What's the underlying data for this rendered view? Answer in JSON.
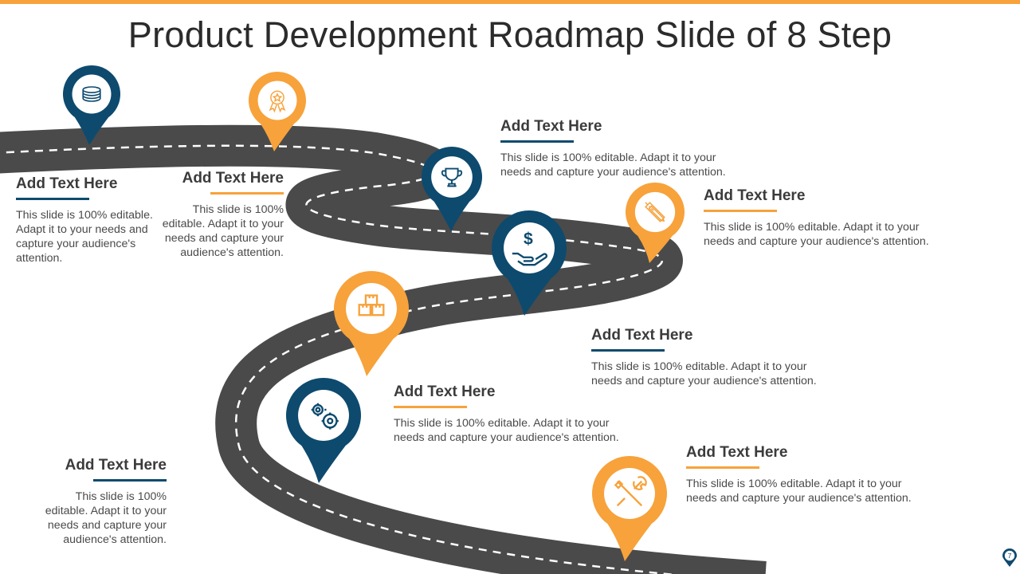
{
  "slide": {
    "title": "Product Development Roadmap Slide of 8 Step",
    "page_number": "7",
    "colors": {
      "accent_orange": "#F7A23B",
      "accent_blue": "#0D4A6E",
      "road": "#4A4A4A"
    }
  },
  "steps": [
    {
      "heading": "Add Text Here",
      "body": "This slide is 100% editable. Adapt it to your needs and capture your audience's attention.",
      "icon": "coins-icon",
      "color": "blue"
    },
    {
      "heading": "Add Text Here",
      "body": "This slide is 100% editable. Adapt it to your needs and capture your audience's attention.",
      "icon": "award-ribbon-icon",
      "color": "orange"
    },
    {
      "heading": "Add Text Here",
      "body": "This slide is 100% editable. Adapt it to your needs and capture your audience's attention.",
      "icon": "trophy-icon",
      "color": "blue"
    },
    {
      "heading": "Add Text Here",
      "body": "This slide is 100% editable. Adapt it to your needs and capture your audience's attention.",
      "icon": "pencil-ruler-icon",
      "color": "orange"
    },
    {
      "heading": "Add Text Here",
      "body": "This slide is 100% editable. Adapt it to your needs and capture your audience's attention.",
      "icon": "dollar-hand-icon",
      "color": "blue"
    },
    {
      "heading": "Add Text Here",
      "body": "This slide is 100% editable. Adapt it to your needs and capture your audience's attention.",
      "icon": "boxes-icon",
      "color": "orange"
    },
    {
      "heading": "Add Text Here",
      "body": "This slide is 100% editable. Adapt it to your needs and capture your audience's attention.",
      "icon": "gears-icon",
      "color": "blue"
    },
    {
      "heading": "Add Text Here",
      "body": "This slide is 100% editable. Adapt it to your needs and capture your audience's attention.",
      "icon": "tools-icon",
      "color": "orange"
    }
  ]
}
